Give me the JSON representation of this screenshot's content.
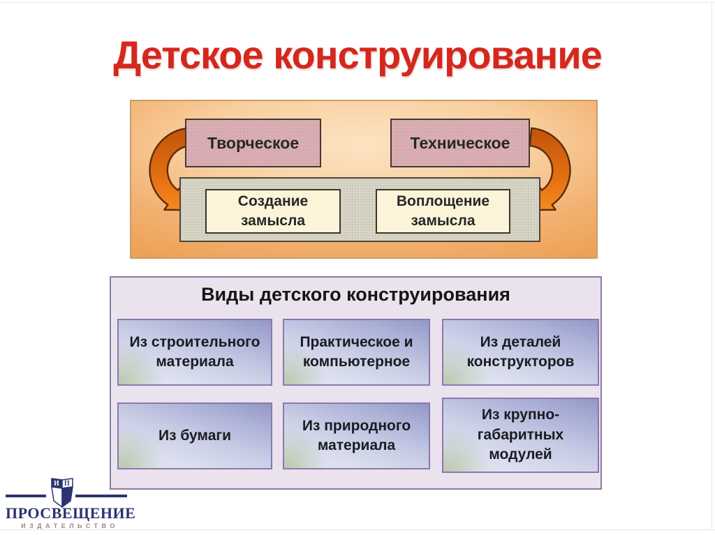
{
  "slide": {
    "title": "Детское конструирование"
  },
  "process_diagram": {
    "top_boxes": [
      {
        "label": "Творческое"
      },
      {
        "label": "Техническое"
      }
    ],
    "bottom_boxes": [
      {
        "label": "Создание\nзамысла"
      },
      {
        "label": "Воплощение\nзамысла"
      }
    ],
    "arrow_color_top": "#c2540a",
    "arrow_color_bottom": "#f68a1e"
  },
  "types_panel": {
    "title": "Виды детского конструирования",
    "cards": [
      {
        "label": "Из строительного\nматериала"
      },
      {
        "label": "Практическое и\nкомпьютерное"
      },
      {
        "label": "Из деталей\nконструкторов"
      },
      {
        "label": "Из бумаги"
      },
      {
        "label": "Из природного\nматериала"
      },
      {
        "label": "Из крупно-\nгабаритных\nмодулей"
      }
    ]
  },
  "logo": {
    "emblem_letters": "ИП",
    "name": "ПРОСВЕЩЕНИЕ",
    "subtitle": "ИЗДАТЕЛЬСТВО"
  },
  "colors": {
    "title_red": "#d5271d",
    "panel_orange_edge": "#eda156",
    "panel_orange_center": "#fce3c2",
    "pink_box": "#d9aeb2",
    "gray_box": "#d8d5c6",
    "cream_box": "#fcf4d9",
    "lavender_panel": "#eae3ed",
    "card_gradient_dark": "#9397c7",
    "card_gradient_light": "#e3e7f4",
    "logo_navy": "#2d3272",
    "logo_subtitle": "#a28289"
  }
}
